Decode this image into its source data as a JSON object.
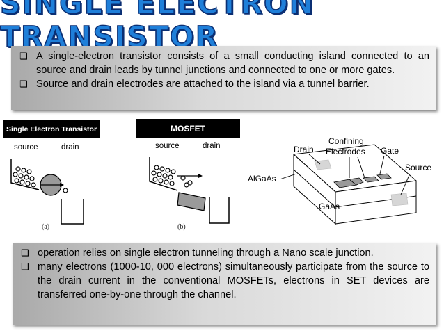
{
  "title": "SINGLE ELECTRON TRANSISTOR",
  "box1": {
    "bullets": [
      "A single-electron transistor consists of a small conducting island connected to an source and drain leads by tunnel junctions and connected to one or more gates.",
      "Source and drain electrodes are attached to the island via a tunnel barrier."
    ]
  },
  "figures": {
    "a": {
      "banner": "Single Electron Transistor",
      "source": "source",
      "drain": "drain",
      "caption": "(a)"
    },
    "b": {
      "banner": "MOSFET",
      "source": "source",
      "drain": "drain",
      "caption": "(b)"
    },
    "c": {
      "drain": "Drain",
      "confining": "Confining",
      "electrodes": "Electrodes",
      "gate": "Gate",
      "source": "Source",
      "algaas": "AlGaAs",
      "gaas": "GaAs"
    }
  },
  "box2": {
    "bullets": [
      "operation relies on single electron tunneling through a Nano scale junction.",
      "many electrons (1000-10, 000 electrons) simultaneously participate from the source to the drain current in the conventional MOSFETs, electrons in SET devices are transferred one-by-one through the channel."
    ]
  },
  "icons": {
    "bullet": "checkbox-bullet-icon"
  },
  "colors": {
    "title_fill": "#1f7fd9",
    "title_outline": "#0b2f73"
  }
}
